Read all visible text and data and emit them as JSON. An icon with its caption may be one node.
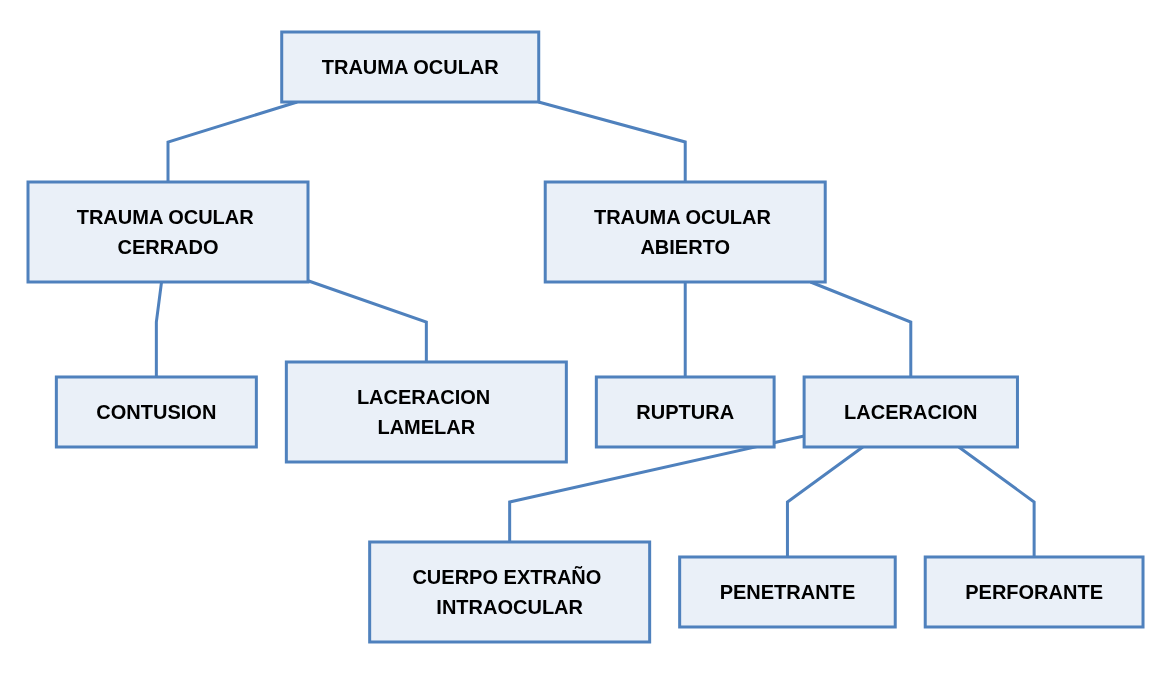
{
  "diagram": {
    "nodes": [
      {
        "text": [
          "TRAUMA OCULAR"
        ]
      },
      {
        "text": [
          "TRAUMA OCULAR CERRADO"
        ]
      },
      {
        "text": [
          "TRAUMA OCULAR ABIERTO"
        ]
      },
      {
        "text": [
          "CONTUSION"
        ]
      },
      {
        "text": [
          "LACERACION LAMELAR"
        ]
      },
      {
        "text": [
          "RUPTURA"
        ]
      },
      {
        "text": [
          "LACERACION"
        ]
      },
      {
        "text": [
          "CUERPO EXTRAÑO INTRAOCULAR"
        ]
      },
      {
        "text": [
          "PENETRANTE"
        ]
      },
      {
        "text": [
          "PERFORANTE"
        ]
      }
    ],
    "edges": [
      {
        "from": 0,
        "to": 1,
        "arrow": "none"
      },
      {
        "from": 0,
        "to": 2,
        "arrow": "none"
      },
      {
        "from": 1,
        "to": 3,
        "arrow": "none"
      },
      {
        "from": 1,
        "to": 4,
        "arrow": "none"
      },
      {
        "from": 2,
        "to": 5,
        "arrow": "none"
      },
      {
        "from": 2,
        "to": 6,
        "arrow": "none"
      },
      {
        "from": 6,
        "to": 7,
        "arrow": "none"
      },
      {
        "from": 6,
        "to": 8,
        "arrow": "none"
      },
      {
        "from": 6,
        "to": 9,
        "arrow": "none"
      }
    ]
  }
}
